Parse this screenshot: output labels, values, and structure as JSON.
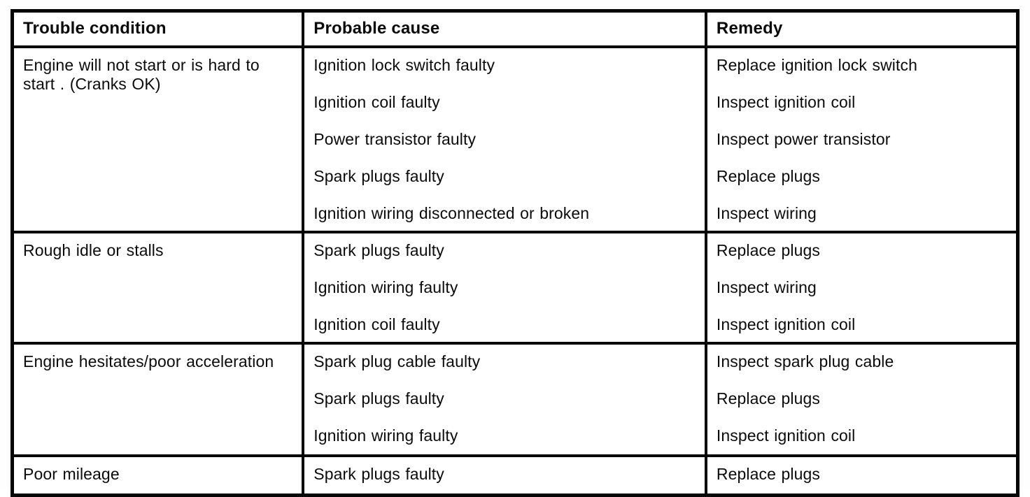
{
  "table": {
    "columns": [
      "Trouble condition",
      "Probable cause",
      "Remedy"
    ],
    "rows": [
      {
        "condition": "Engine will not start or is hard to start . (Cranks OK)",
        "causes": [
          "Ignition lock switch faulty",
          "Ignition coil faulty",
          "Power transistor faulty",
          "Spark plugs faulty",
          "Ignition wiring disconnected or broken"
        ],
        "remedies": [
          "Replace ignition lock switch",
          "Inspect ignition coil",
          "Inspect power transistor",
          "Replace plugs",
          "Inspect wiring"
        ]
      },
      {
        "condition": "Rough idle or stalls",
        "causes": [
          "Spark plugs faulty",
          "Ignition wiring faulty",
          "Ignition coil faulty"
        ],
        "remedies": [
          "Replace plugs",
          "Inspect wiring",
          "Inspect ignition coil"
        ]
      },
      {
        "condition": "Engine hesitates/poor accelera­tion",
        "causes": [
          "Spark plug cable faulty",
          "Spark plugs faulty",
          "Ignition wiring faulty"
        ],
        "remedies": [
          "Inspect spark plug cable",
          "Replace plugs",
          "Inspect ignition coil"
        ]
      },
      {
        "condition": "Poor mileage",
        "causes": [
          "Spark plugs faulty"
        ],
        "remedies": [
          "Replace plugs"
        ]
      }
    ]
  }
}
